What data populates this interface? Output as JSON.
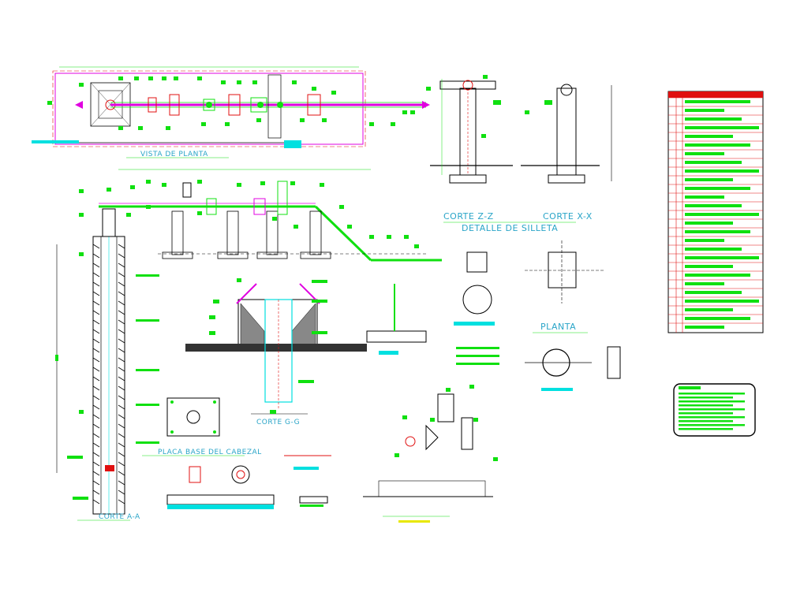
{
  "views": {
    "vista_planta": "VISTA DE PLANTA",
    "corte_z": "CORTE Z-Z",
    "corte_x": "CORTE X-X",
    "detalle_silleta": "DETALLE DE SILLETA",
    "planta": "PLANTA",
    "corte_aa": "CORTE A-A",
    "corte_gg": "CORTE G-G",
    "placa_base": "PLACA BASE DEL CABEZAL"
  },
  "colors": {
    "green": "#10e010",
    "magenta": "#e000e0",
    "red": "#e01010",
    "cyan": "#00e0e0",
    "yellow": "#e8e800",
    "label_blue": "#2aa5c8",
    "black": "#000000"
  },
  "icons": [
    "break-line-icon",
    "section-marker-icon",
    "valve-icon",
    "flange-icon"
  ]
}
